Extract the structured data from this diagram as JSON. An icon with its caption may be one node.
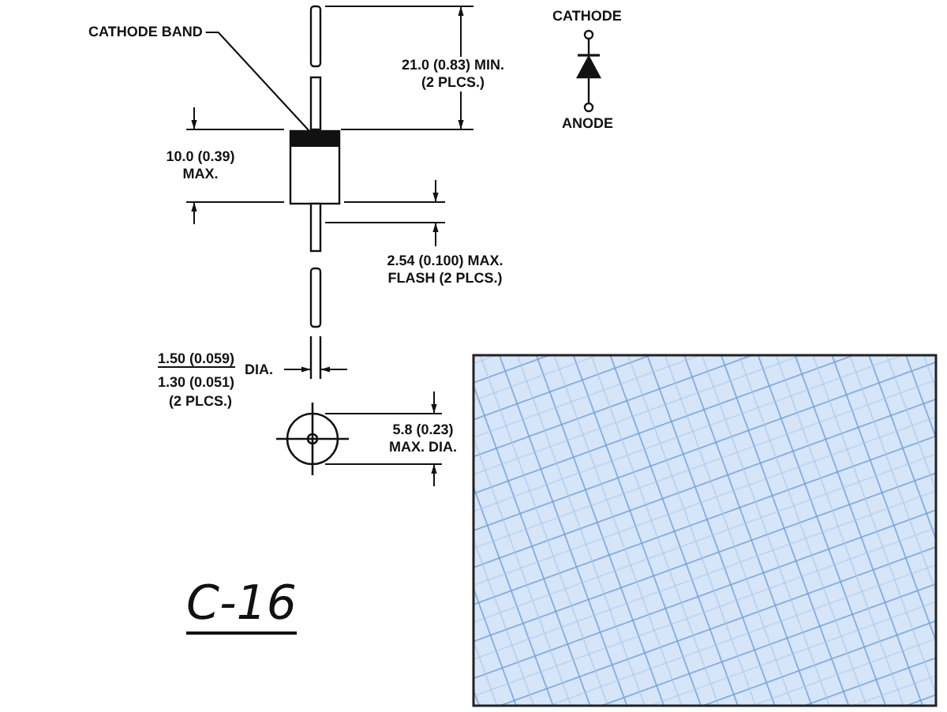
{
  "diagram": {
    "nodes": [
      {
        "text": [
          "CATHODE BAND"
        ]
      },
      {
        "text": [],
        "shape": "band"
      }
    ],
    "edges": [
      {
        "from": 0,
        "to": 1,
        "arrow": "none"
      }
    ],
    "labels": [
      "CATHODE",
      "21.0 (0.83) MIN. (2 PLCS.)",
      "ANODE",
      "10.0 (0.39) MAX.",
      "2.54 (0.100) MAX. FLASH (2 PLCS.)",
      "1.50 (0.059)",
      "DIA.",
      "1.30 (0.051)",
      "(2 PLCS.)",
      "5.8 (0.23) MAX. DIA.",
      "C-16"
    ]
  }
}
